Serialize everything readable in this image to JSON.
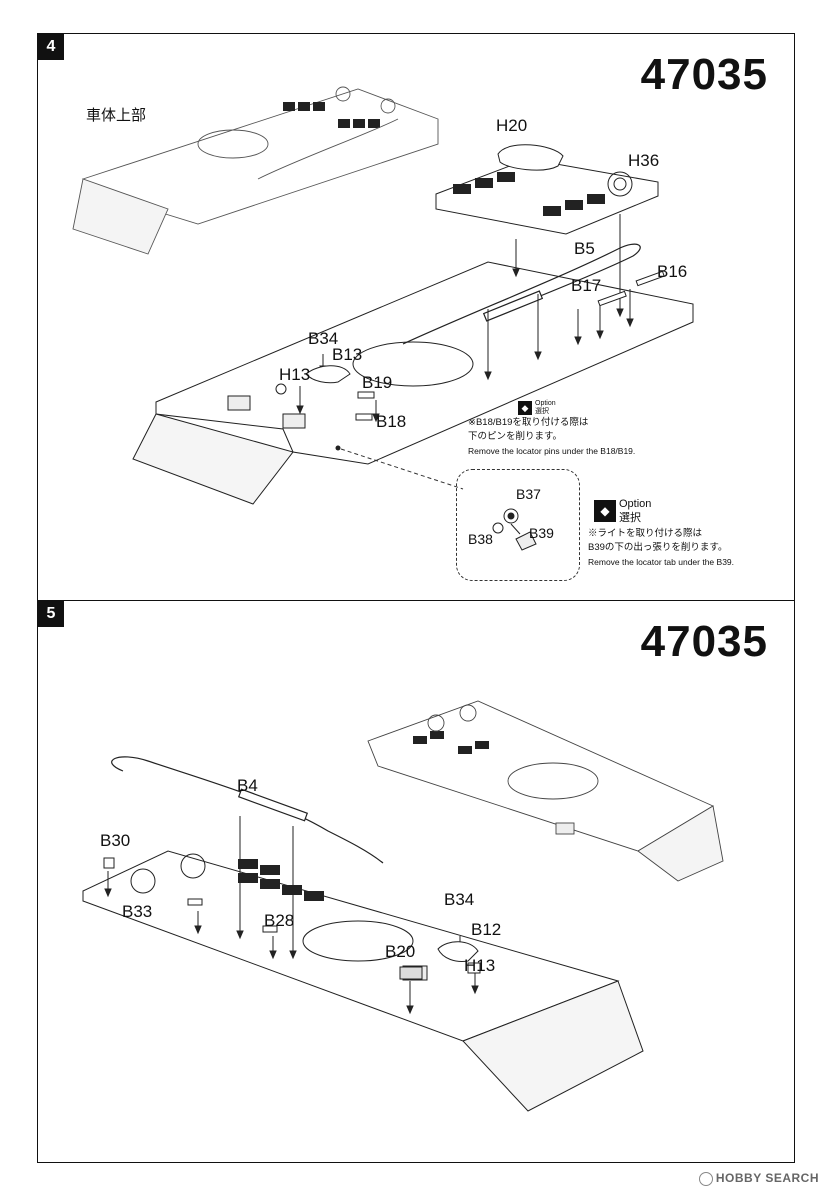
{
  "step4": {
    "number": "4",
    "code": "47035",
    "title_jp": "車体上部",
    "labels": {
      "h20": "H20",
      "h36": "H36",
      "b5": "B5",
      "b16": "B16",
      "b17": "B17",
      "b34": "B34",
      "b13": "B13",
      "h13": "H13",
      "b19": "B19",
      "b18": "B18",
      "b37": "B37",
      "b38": "B38",
      "b39": "B39"
    },
    "option_note_1": {
      "option_en": "Option",
      "option_jp": "選択",
      "jp_line1": "※B18/B19を取り付ける際は",
      "jp_line2": "下のピンを削ります。",
      "en": "Remove the locator pins under the B18/B19."
    },
    "option_note_2": {
      "option_en": "Option",
      "option_jp": "選択",
      "jp_line1": "※ライトを取り付ける際は",
      "jp_line2": "B39の下の出っ張りを削ります。",
      "en": "Remove the locator tab under the B39."
    }
  },
  "step5": {
    "number": "5",
    "code": "47035",
    "labels": {
      "b4": "B4",
      "b30": "B30",
      "b33": "B33",
      "b28": "B28",
      "b34": "B34",
      "b12": "B12",
      "b20": "B20",
      "h13": "H13"
    }
  },
  "watermark": "HOBBY SEARCH"
}
